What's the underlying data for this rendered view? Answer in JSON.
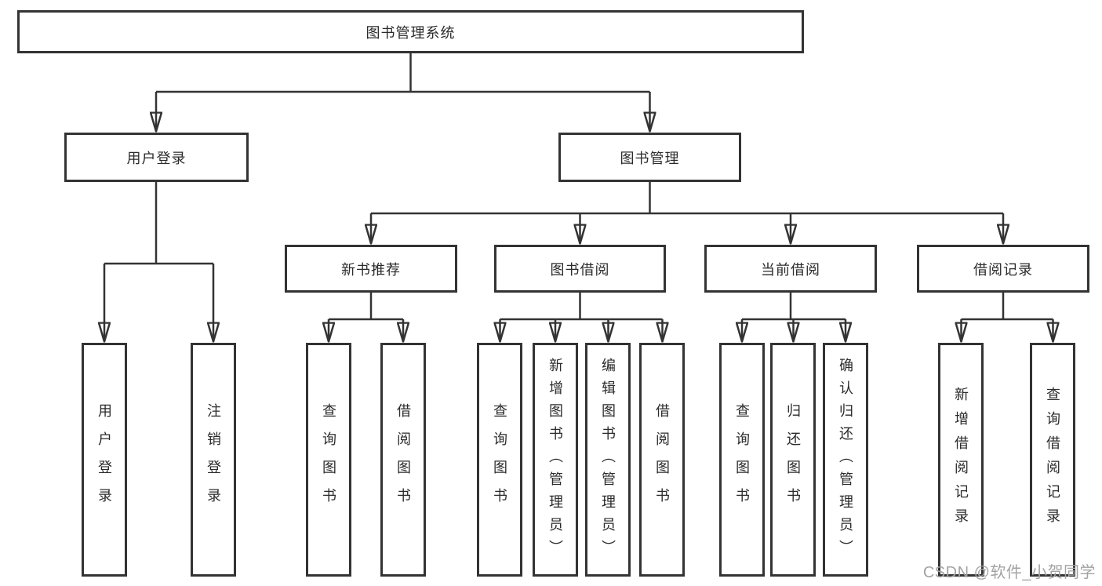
{
  "tree": {
    "root": "图书管理系统",
    "login_branch": {
      "label": "用户登录",
      "children": [
        "用户登录",
        "注销登录"
      ]
    },
    "mgmt_branch": {
      "label": "图书管理",
      "groups": [
        {
          "label": "新书推荐",
          "children": [
            "查询图书",
            "借阅图书"
          ]
        },
        {
          "label": "图书借阅",
          "children": [
            "查询图书",
            "新增图书（管理员）",
            "编辑图书（管理员）",
            "借阅图书"
          ]
        },
        {
          "label": "当前借阅",
          "children": [
            "查询图书",
            "归还图书",
            "确认归还（管理员）"
          ]
        },
        {
          "label": "借阅记录",
          "children": [
            "新增借阅记录",
            "查询借阅记录"
          ]
        }
      ]
    }
  },
  "watermark": "CSDN @软件_小贺同学",
  "colors": {
    "line": "#333333",
    "box_border": "#333333",
    "box_fill": "#ffffff",
    "text": "#2b2b2b",
    "watermark": "#a3a3a3",
    "background": "#ffffff"
  }
}
